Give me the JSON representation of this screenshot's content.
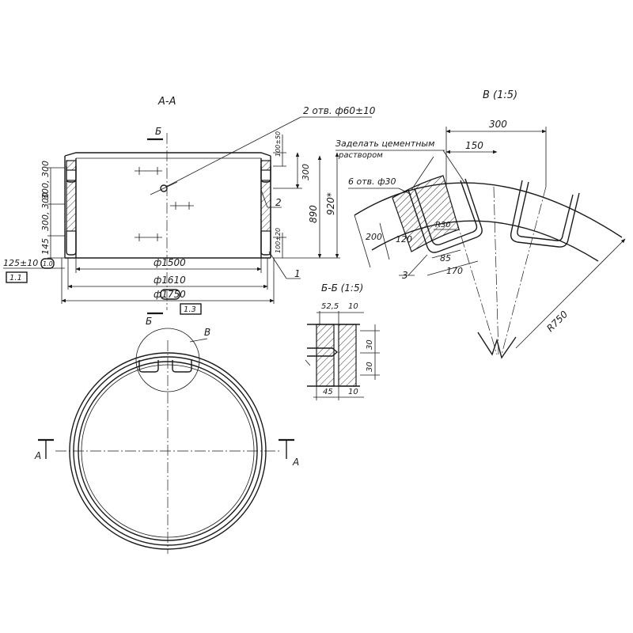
{
  "views": {
    "section_aa": {
      "title": "А-А"
    },
    "section_bb": {
      "title": "Б-Б (1:5)"
    },
    "detail_v": {
      "title": "В (1:5)"
    }
  },
  "section_marks": {
    "b_top": "Б",
    "b_bottom": "Б",
    "a_left": "А",
    "a_right": "А",
    "v_callout": "В"
  },
  "annotations": {
    "holes_phi60": "2 отв. ф60±10",
    "cement_line1": "Заделать цементным",
    "cement_line2": "раствором",
    "holes_phi30": "6 отв. ф30"
  },
  "dimensions": {
    "d_100_50": "100±50",
    "d_300_right": "300",
    "d_890": "890",
    "d_920": "920*",
    "d_100_20": "100±20",
    "d_300_300_left": "300, 300",
    "d_300_left2": "300, 300",
    "d_145": "145",
    "d_125": "125±10",
    "d_phi1500": "ф1500",
    "d_phi1610": "ф1610",
    "d_phi1750": "ф1750",
    "d_525": "52,5",
    "d_10_top": "10",
    "d_30a": "30",
    "d_30b": "30",
    "d_45": "45",
    "d_10_bot": "10",
    "d_300_detail": "300",
    "d_150": "150",
    "d_200": "200",
    "d_120": "120",
    "d_r30": "R30",
    "d_85": "85",
    "d_170": "170",
    "d_r750": "R750"
  },
  "part_numbers": {
    "p1": "1",
    "p2": "2",
    "p3": "3"
  },
  "reference_boxes": {
    "r11": "1.1",
    "r13": "1.3",
    "r_left_symbol": "1.0"
  }
}
